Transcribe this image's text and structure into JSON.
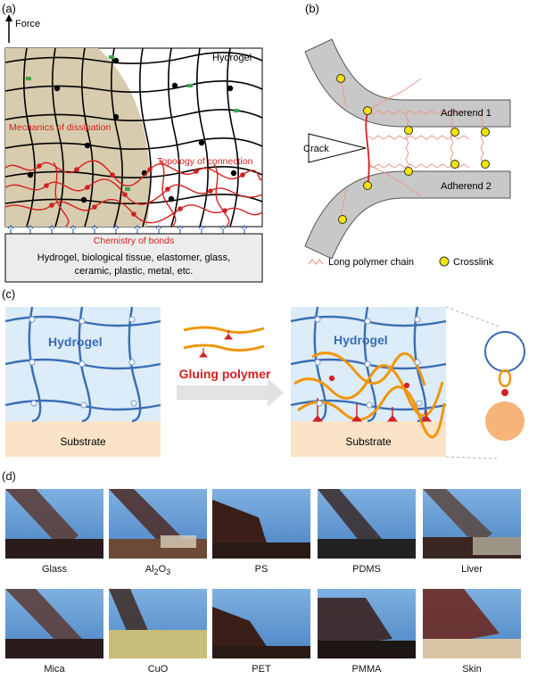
{
  "panel_a": {
    "label": "(a)",
    "force": "Force",
    "hydrogel": "Hydrogel",
    "mechanics": "Mechanics of dissipation",
    "topology": "Topology of connection",
    "chemistry": "Chemistry of bonds",
    "substrate_line1": "Hydrogel, biological tissue, elastomer, glass,",
    "substrate_line2": "ceramic, plastic, metal, etc."
  },
  "panel_b": {
    "label": "(b)",
    "crack": "Crack",
    "adherend1": "Adherend 1",
    "adherend2": "Adherend 2",
    "legend_chain": "Long polymer chain",
    "legend_crosslink": "Crosslink"
  },
  "panel_c": {
    "label": "(c)",
    "hydrogel_left": "Hydrogel",
    "substrate_left": "Substrate",
    "gluing": "Gluing polymer",
    "hydrogel_right": "Hydrogel",
    "substrate_right": "Substrate"
  },
  "panel_d": {
    "label": "(d)",
    "row1": [
      "Glass",
      "Al2O3",
      "PS",
      "PDMS",
      "Liver"
    ],
    "row2": [
      "Mica",
      "CuO",
      "PET",
      "PMMA",
      "Skin"
    ]
  },
  "colors": {
    "red": "#d42020",
    "blue": "#3a6db5",
    "orange": "#f0960a",
    "tan": "#d8ccaf",
    "grey": "#c8c8c8"
  }
}
